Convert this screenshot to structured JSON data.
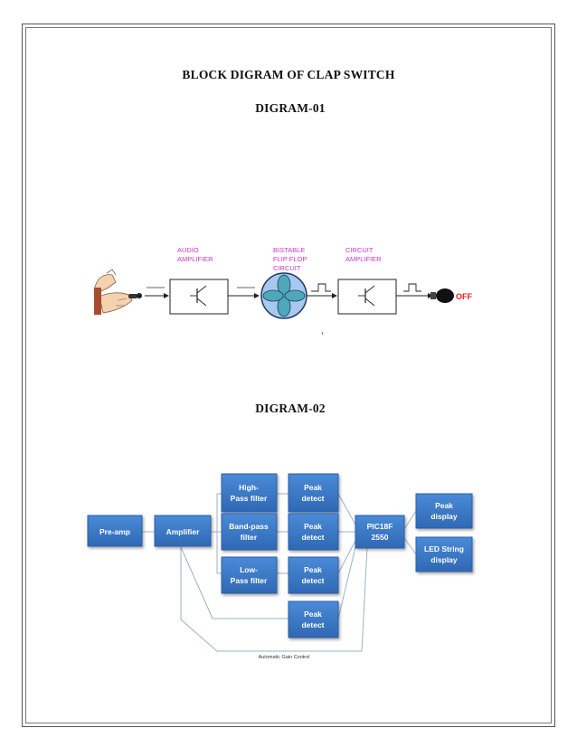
{
  "title": "BLOCK DIGRAM OF CLAP SWITCH",
  "diagram1": {
    "heading": "DIGRAM-01",
    "labels": {
      "audio_l1": "AUDIO",
      "audio_l2": "AMPLIFIER",
      "bistable_l1": "BISTABLE",
      "bistable_l2": "FLIP FLOP",
      "bistable_l3": "CIRCUIT",
      "circuit_l1": "CIRCUIT",
      "circuit_l2": "AMPLIFIER",
      "off": "OFF"
    }
  },
  "diagram2": {
    "heading": "DIGRAM-02",
    "blocks": {
      "preamp": "Pre-amp",
      "amplifier": "Amplifier",
      "hp_l1": "High-",
      "hp_l2": "Pass filter",
      "bp_l1": "Band-pass",
      "bp_l2": "filter",
      "lp_l1": "Low-",
      "lp_l2": "Pass filter",
      "peak_l1": "Peak",
      "peak_l2": "detect",
      "pic_l1": "PIC18F",
      "pic_l2": "2550",
      "pd_l1": "Peak",
      "pd_l2": "display",
      "led_l1": "LED String",
      "led_l2": "display",
      "agc": "Automatic Gain Control"
    },
    "colors": {
      "block": "#3a78c6",
      "block_border": "#2a5fa8",
      "line": "#9ab2c8"
    }
  }
}
